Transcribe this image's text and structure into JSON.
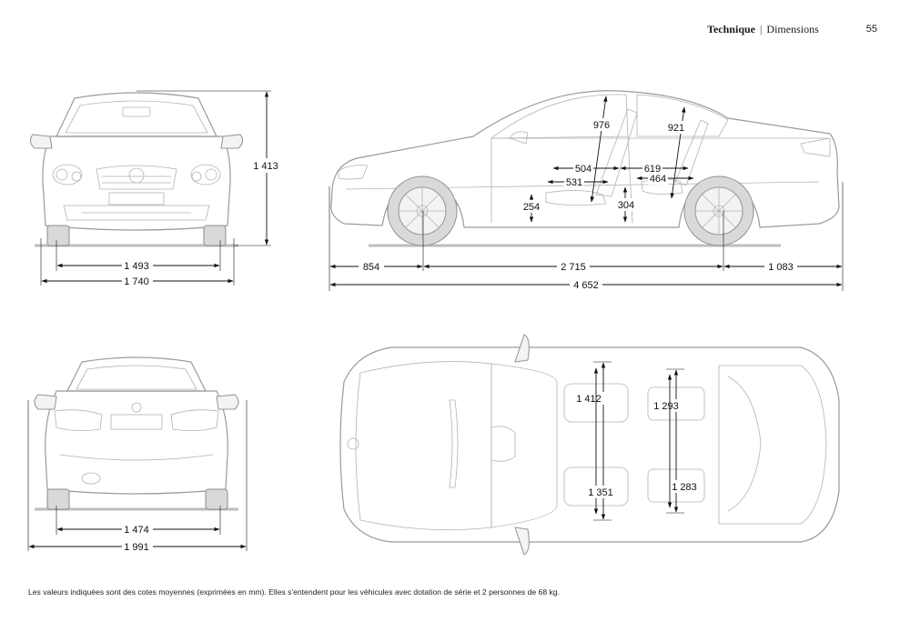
{
  "header": {
    "section": "Technique",
    "separator": "|",
    "subsection": "Dimensions",
    "page_number": "55"
  },
  "dimensions": {
    "front_height": "1 413",
    "front_track": "1 493",
    "front_width": "1 740",
    "front_overhang": "854",
    "wheelbase": "2 715",
    "rear_overhang": "1 083",
    "overall_length": "4 652",
    "headroom_front": "976",
    "headroom_rear": "921",
    "legroom_front": "504",
    "legroom_rear": "619",
    "seat_depth_front": "531",
    "seat_depth_rear": "464",
    "seat_height_front": "254",
    "seat_height_rear": "304",
    "rear_track": "1 474",
    "width_mirrors": "1 991",
    "shoulder_front": "1 412",
    "shoulder_rear": "1 293",
    "elbow_front": "1 351",
    "elbow_rear": "1 283"
  },
  "footnote": "Les valeurs indiquées sont des cotes moyennes (exprimées en mm). Elles s'entendent pour les véhicules avec dotation de série et 2 personnes de 68 kg."
}
